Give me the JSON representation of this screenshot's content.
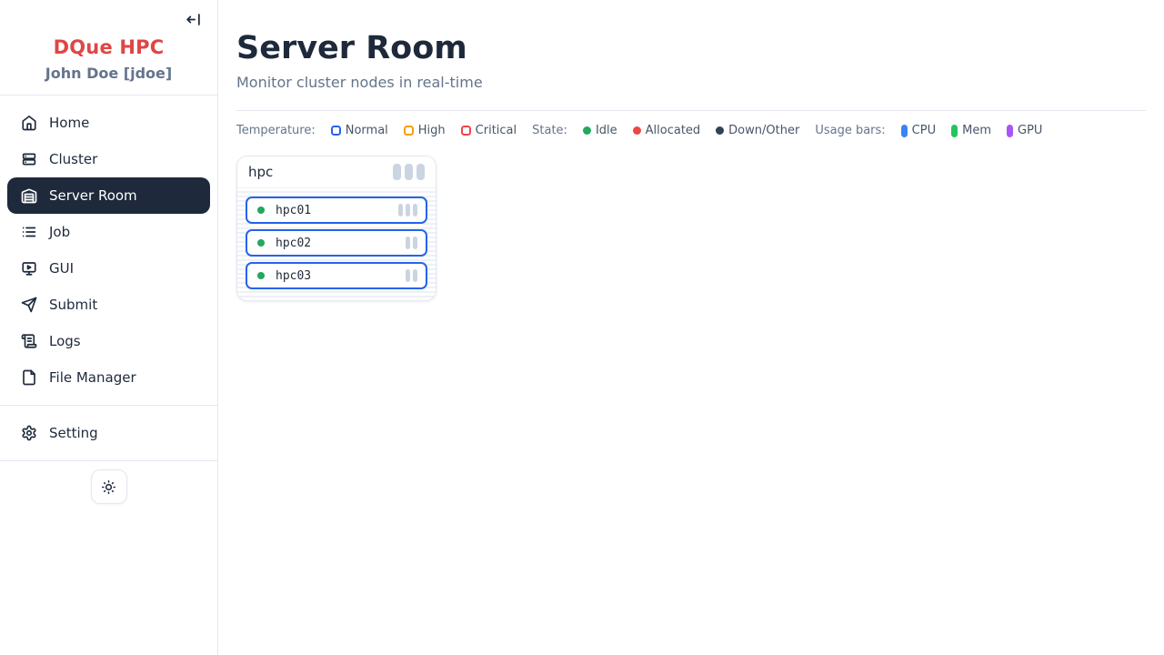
{
  "sidebar": {
    "brand": "DQue HPC",
    "brand_color": "#e04545",
    "user": "John Doe [jdoe]",
    "items": [
      {
        "label": "Home",
        "icon": "home-icon",
        "active": false
      },
      {
        "label": "Cluster",
        "icon": "server-stack-icon",
        "active": false
      },
      {
        "label": "Server Room",
        "icon": "warehouse-icon",
        "active": true
      },
      {
        "label": "Job",
        "icon": "list-icon",
        "active": false
      },
      {
        "label": "GUI",
        "icon": "monitor-play-icon",
        "active": false
      },
      {
        "label": "Submit",
        "icon": "paper-plane-icon",
        "active": false
      },
      {
        "label": "Logs",
        "icon": "scroll-icon",
        "active": false
      },
      {
        "label": "File Manager",
        "icon": "file-icon",
        "active": false
      }
    ],
    "setting": {
      "label": "Setting",
      "icon": "gear-icon"
    }
  },
  "main": {
    "title": "Server Room",
    "subtitle": "Monitor cluster nodes in real-time"
  },
  "legend": {
    "temperature": {
      "label": "Temperature:",
      "items": [
        {
          "label": "Normal",
          "color": "#2563eb"
        },
        {
          "label": "High",
          "color": "#f59e0b"
        },
        {
          "label": "Critical",
          "color": "#ef4444"
        }
      ]
    },
    "state": {
      "label": "State:",
      "items": [
        {
          "label": "Idle",
          "color": "#22a85c"
        },
        {
          "label": "Allocated",
          "color": "#ef4444"
        },
        {
          "label": "Down/Other",
          "color": "#334155"
        }
      ]
    },
    "usage": {
      "label": "Usage bars:",
      "items": [
        {
          "label": "CPU",
          "color": "#3b82f6"
        },
        {
          "label": "Mem",
          "color": "#22c55e"
        },
        {
          "label": "GPU",
          "color": "#a855f7"
        }
      ]
    }
  },
  "rack": {
    "name": "hpc",
    "header_bars": 3,
    "bar_color": "#cbd5e1",
    "node_border_color": "#2563eb",
    "nodes": [
      {
        "name": "hpc01",
        "state": "idle",
        "state_color": "#22a85c",
        "bars": 3
      },
      {
        "name": "hpc02",
        "state": "idle",
        "state_color": "#22a85c",
        "bars": 2
      },
      {
        "name": "hpc03",
        "state": "idle",
        "state_color": "#22a85c",
        "bars": 2
      }
    ]
  }
}
